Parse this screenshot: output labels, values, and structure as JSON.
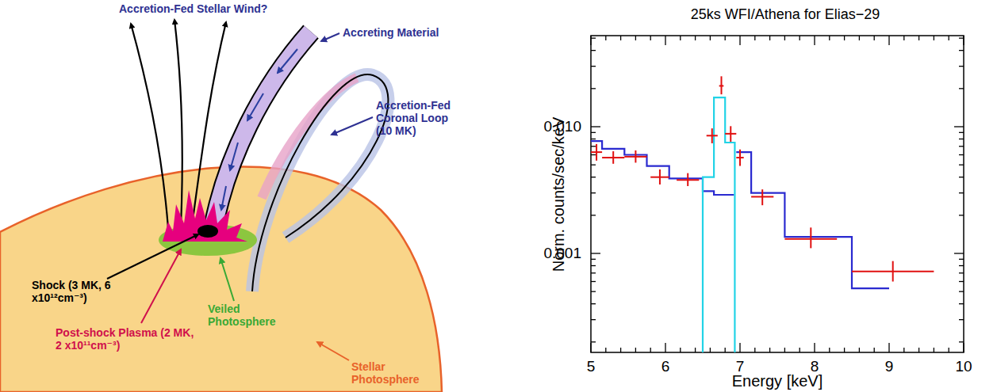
{
  "diagram": {
    "labels": [
      "Accretion-Fed Stellar Wind?",
      "Accreting Material",
      "Accretion-Fed Coronal Loop (10 MK)",
      "Shock (3 MK, 6 x10¹²cm⁻³)",
      "Post-shock Plasma (2 MK, 2 x10¹¹cm⁻³)",
      "Veiled Photosphere",
      "Stellar Photosphere",
      "25ks WFI/Athena for Elias−29",
      "Norm. counts/sec/keV",
      "0.010",
      "0.001",
      "5",
      "6",
      "7",
      "8",
      "9",
      "10",
      "Energy [keV]"
    ]
  }
}
